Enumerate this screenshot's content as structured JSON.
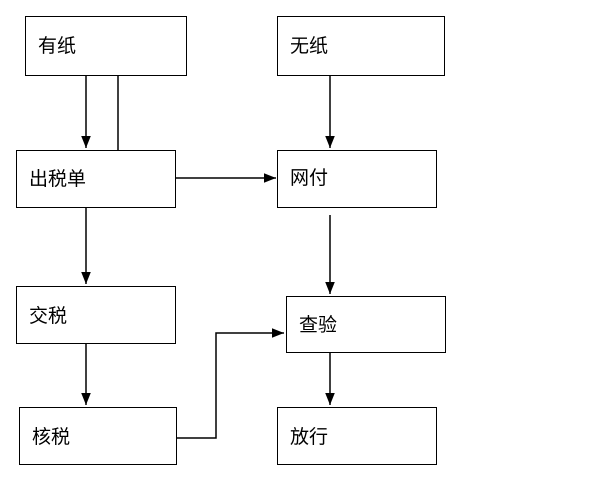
{
  "diagram": {
    "nodes": {
      "paper": {
        "label": "有纸"
      },
      "paperless": {
        "label": "无纸"
      },
      "tax_bill": {
        "label": "出税单"
      },
      "online_payment": {
        "label": "网付"
      },
      "pay_tax": {
        "label": "交税"
      },
      "inspection": {
        "label": "查验"
      },
      "tax_check": {
        "label": "核税"
      },
      "release": {
        "label": "放行"
      }
    },
    "edges": [
      {
        "from": "paper",
        "to": "tax_bill"
      },
      {
        "from": "paper",
        "to": "online_payment"
      },
      {
        "from": "paperless",
        "to": "online_payment"
      },
      {
        "from": "tax_bill",
        "to": "pay_tax"
      },
      {
        "from": "online_payment",
        "to": "inspection"
      },
      {
        "from": "pay_tax",
        "to": "tax_check"
      },
      {
        "from": "tax_check",
        "to": "inspection"
      },
      {
        "from": "inspection",
        "to": "release"
      }
    ],
    "colors": {
      "stroke": "#000000",
      "fill": "#ffffff",
      "text": "#000000"
    }
  }
}
